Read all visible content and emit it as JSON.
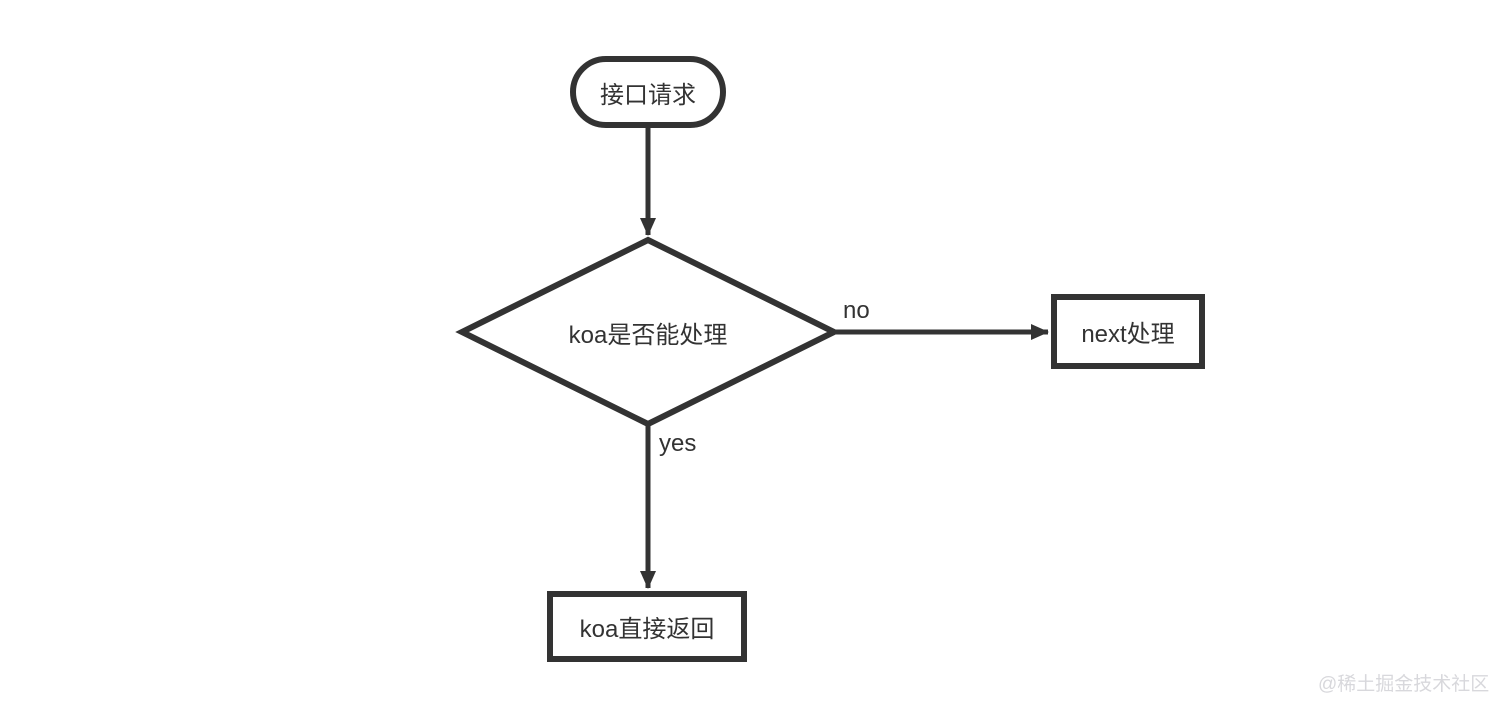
{
  "diagram": {
    "background_color": "#ffffff",
    "stroke_color": "#333333",
    "text_color": "#333333",
    "watermark_color": "#d8d8dc",
    "nodes": {
      "start": {
        "shape": "stadium",
        "label": "接口请求"
      },
      "decision": {
        "shape": "diamond",
        "label": "koa是否能处理"
      },
      "next": {
        "shape": "rectangle",
        "label": "next处理"
      },
      "return": {
        "shape": "rectangle",
        "label": "koa直接返回"
      }
    },
    "edges": {
      "start_to_decision": {
        "label": ""
      },
      "decision_to_next": {
        "label": "no"
      },
      "decision_to_return": {
        "label": "yes"
      }
    },
    "watermark": "@稀土掘金技术社区"
  }
}
